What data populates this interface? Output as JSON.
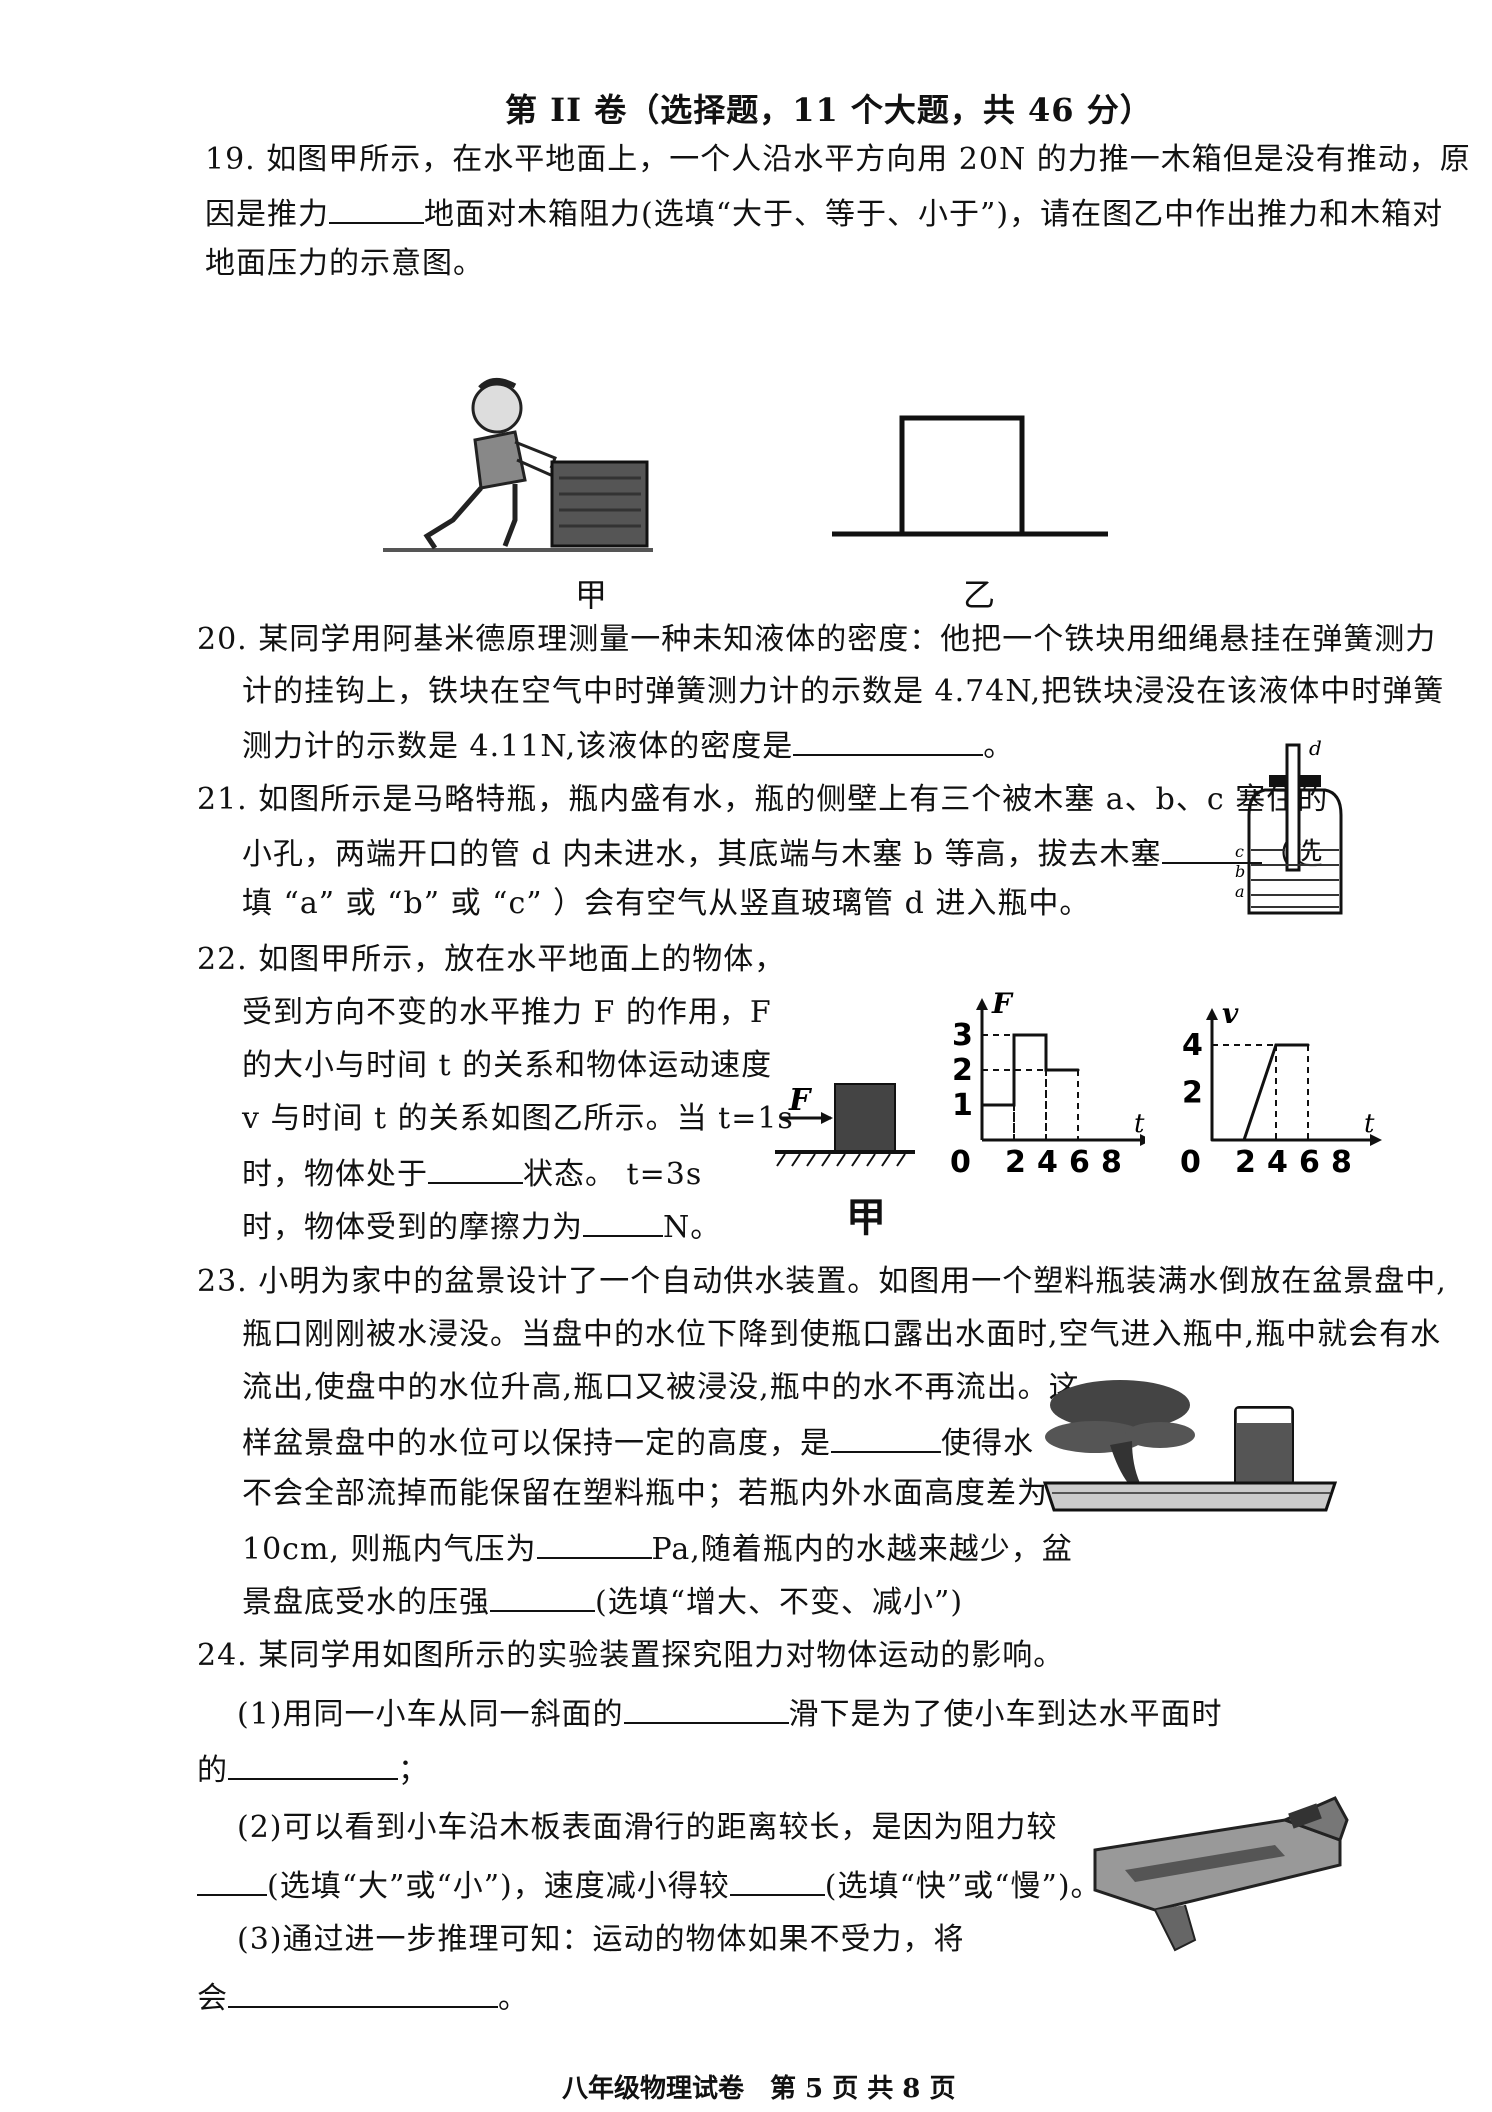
{
  "section_title": "第 II 卷（选择题，11 个大题，共 46 分）",
  "q19": {
    "line1": "19. 如图甲所示，在水平地面上，一个人沿水平方向用 20N 的力推一木箱但是没有推动，原",
    "line2a": "因是推力",
    "line2b": "地面对木箱阻力(选填“大于、等于、小于”)，请在图乙中作出推力和木箱对",
    "line3": "地面压力的示意图。",
    "fig_jia": "甲",
    "fig_yi": "乙"
  },
  "q20": {
    "line1": "20. 某同学用阿基米德原理测量一种未知液体的密度：他把一个铁块用细绳悬挂在弹簧测力",
    "line2": "计的挂钩上，铁块在空气中时弹簧测力计的示数是 4.74N,把铁块浸没在该液体中时弹簧",
    "line3a": "测力计的示数是 4.11N,该液体的密度是",
    "line3b": "。"
  },
  "q21": {
    "line1": "21. 如图所示是马略特瓶，瓶内盛有水，瓶的侧壁上有三个被木塞 a、b、c 塞住的",
    "line2a": "小孔，两端开口的管 d 内未进水，其底端与木塞 b 等高，拔去木塞",
    "line2b": "（选",
    "line3": "填 “a” 或 “b” 或 “c” ）会有空气从竖直玻璃管 d 进入瓶中。",
    "label_d": "d",
    "label_c": "c",
    "label_b": "b",
    "label_a": "a"
  },
  "q22": {
    "line1": "22. 如图甲所示，放在水平地面上的物体，",
    "line2": "受到方向不变的水平推力 F 的作用，F",
    "line3": "的大小与时间 t 的关系和物体运动速度",
    "line4": "v 与时间 t 的关系如图乙所示。当 t=1s",
    "line5a": "时，物体处于",
    "line5b": "状态。 t=3s",
    "line6a": "时，物体受到的摩擦力为",
    "line6b": "N。",
    "fig_label": "甲",
    "force_label": "F"
  },
  "q23": {
    "line1": "23. 小明为家中的盆景设计了一个自动供水装置。如图用一个塑料瓶装满水倒放在盆景盘中,",
    "line2": "瓶口刚刚被水浸没。当盘中的水位下降到使瓶口露出水面时,空气进入瓶中,瓶中就会有水",
    "line3": "流出,使盘中的水位升高,瓶口又被浸没,瓶中的水不再流出。这",
    "line4a": "样盆景盘中的水位可以保持一定的高度，是",
    "line4b": "使得水",
    "line5": "不会全部流掉而能保留在塑料瓶中；若瓶内外水面高度差为",
    "line6a": "10cm, 则瓶内气压为",
    "line6b": "Pa,随着瓶内的水越来越少，盆",
    "line7a": "景盘底受水的压强",
    "line7b": "(选填“增大、不变、减小”)"
  },
  "q24": {
    "line1": "24. 某同学用如图所示的实验装置探究阻力对物体运动的影响。",
    "line2a": "(1)用同一小车从同一斜面的",
    "line2b": "滑下是为了使小车到达水平面时",
    "line3a": "的",
    "line3b": "；",
    "line4": "(2)可以看到小车沿木板表面滑行的距离较长，是因为阻力较",
    "line5a": "(选填“大”或“小”)，速度减小得较",
    "line5b": "(选填“快”或“慢”)。",
    "line6": "(3)通过进一步推理可知：运动的物体如果不受力，将",
    "line7a": "会",
    "line7b": "。"
  },
  "footer": "八年级物理试卷　第 5 页 共 8 页",
  "chart_data": [
    {
      "type": "line",
      "xlabel": "t",
      "ylabel": "F",
      "x_ticks": [
        0,
        2,
        4,
        6,
        8
      ],
      "y_ticks": [
        0,
        1,
        2,
        3
      ],
      "xlim": [
        0,
        8
      ],
      "ylim": [
        0,
        3
      ],
      "x": [
        0,
        2,
        2,
        4,
        4,
        6
      ],
      "y": [
        1,
        1,
        3,
        3,
        2,
        2
      ]
    },
    {
      "type": "line",
      "xlabel": "t",
      "ylabel": "v",
      "x_ticks": [
        0,
        2,
        4,
        6,
        8
      ],
      "y_ticks": [
        0,
        2,
        4
      ],
      "xlim": [
        0,
        8
      ],
      "ylim": [
        0,
        4
      ],
      "x": [
        0,
        2,
        4,
        6
      ],
      "y": [
        0,
        0,
        4,
        4
      ]
    }
  ]
}
